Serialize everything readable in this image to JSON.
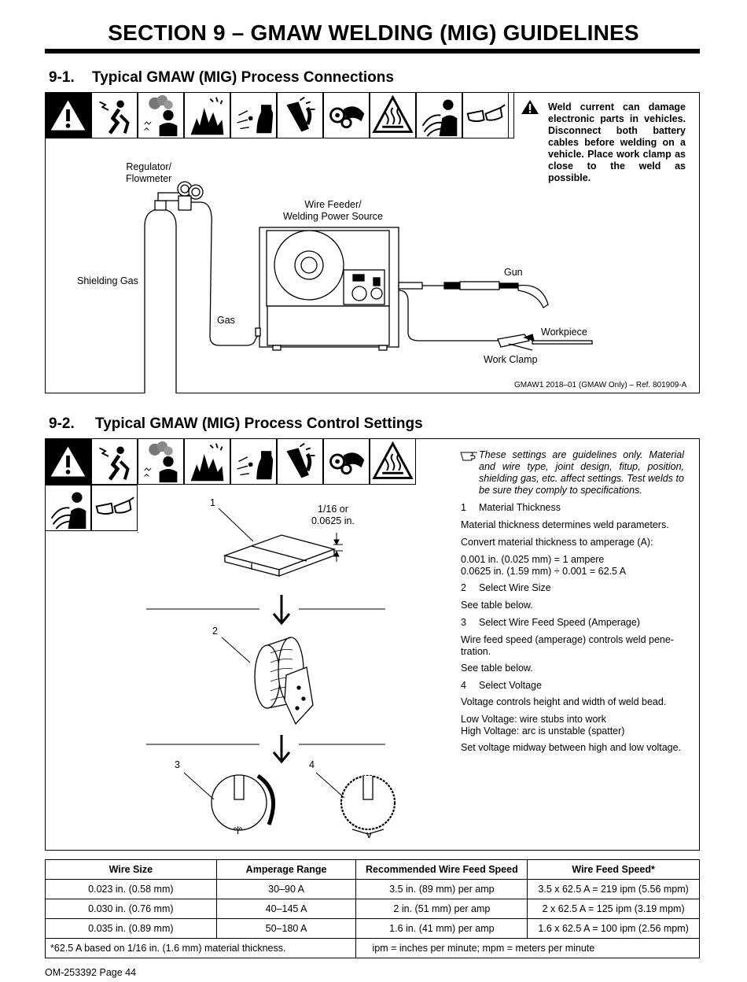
{
  "page": {
    "title": "SECTION 9 – GMAW WELDING (MIG) GUIDELINES",
    "footer": "OM-253392 Page 44"
  },
  "section1": {
    "heading_num": "9-1.",
    "heading": "Typical GMAW (MIG) Process Connections",
    "warning": "Weld current can damage electronic parts in vehicles. Disconnect both battery cables before welding on a vehicle. Place work clamp as close to the weld as possible.",
    "labels": {
      "regulator": "Regulator/\nFlowmeter",
      "shielding_gas": "Shielding Gas",
      "gas": "Gas",
      "wire_feeder": "Wire Feeder/\nWelding Power Source",
      "gun": "Gun",
      "workpiece": "Workpiece",
      "work_clamp": "Work Clamp"
    },
    "ref": "GMAW1 2018–01 (GMAW Only) – Ref. 801909-A",
    "icons": [
      "warning-icon",
      "electric-shock-icon",
      "fumes-icon",
      "fire-icon",
      "arc-rays-icon",
      "hot-parts-icon",
      "moving-parts-icon",
      "hot-surface-icon",
      "radiation-icon",
      "safety-glasses-icon"
    ]
  },
  "section2": {
    "heading_num": "9-2.",
    "heading": "Typical GMAW (MIG) Process Control Settings",
    "note": "These settings are guidelines only. Material and wire type, joint design, fitup, position, shielding gas, etc. affect settings. Test welds to be sure they comply to specifications.",
    "callouts": {
      "c1": "1",
      "c2": "2",
      "c3": "3",
      "c4": "4",
      "thickness": "1/16 or\n0.0625 in.",
      "amp_symbol": "ᵒ|ᵒ",
      "volt_symbol": "V"
    },
    "steps": [
      {
        "num": "1",
        "title": "Material Thickness"
      },
      {
        "num": "2",
        "title": "Select Wire Size"
      },
      {
        "num": "3",
        "title": "Select Wire Feed Speed (Amperage)"
      },
      {
        "num": "4",
        "title": "Select Voltage"
      }
    ],
    "p1": "Material thickness determines weld parameters.",
    "p2": "Convert material thickness to amperage (A):",
    "p3": "0.001 in. (0.025 mm) = 1 ampere\n0.0625 in. (1.59 mm) ÷ 0.001 = 62.5 A",
    "p4": "See table below.",
    "p5": "See table below.",
    "p6": "Wire feed speed (amperage) controls weld pene-\ntration.",
    "p7": "See table below.",
    "p8": "Voltage controls height and width of weld bead.",
    "p9": "Low Voltage: wire stubs into work\nHigh Voltage: arc is unstable (spatter)",
    "p10": "Set voltage midway between high and low voltage."
  },
  "table": {
    "headers": [
      "Wire Size",
      "Amperage Range",
      "Recommended Wire Feed Speed",
      "Wire Feed Speed*"
    ],
    "rows": [
      [
        "0.023 in. (0.58 mm)",
        "30–90 A",
        "3.5 in. (89 mm) per amp",
        "3.5 x 62.5 A = 219 ipm (5.56 mpm)"
      ],
      [
        "0.030 in. (0.76 mm)",
        "40–145 A",
        "2 in. (51 mm) per amp",
        "2 x 62.5 A = 125 ipm (3.19 mpm)"
      ],
      [
        "0.035 in. (0.89 mm)",
        "50–180 A",
        "1.6 in. (41 mm) per amp",
        "1.6 x 62.5 A = 100 ipm (2.56 mpm)"
      ]
    ],
    "footnote_left": "*62.5 A based on 1/16 in. (1.6 mm) material thickness.",
    "footnote_right": "ipm = inches per minute; mpm = meters per minute"
  }
}
